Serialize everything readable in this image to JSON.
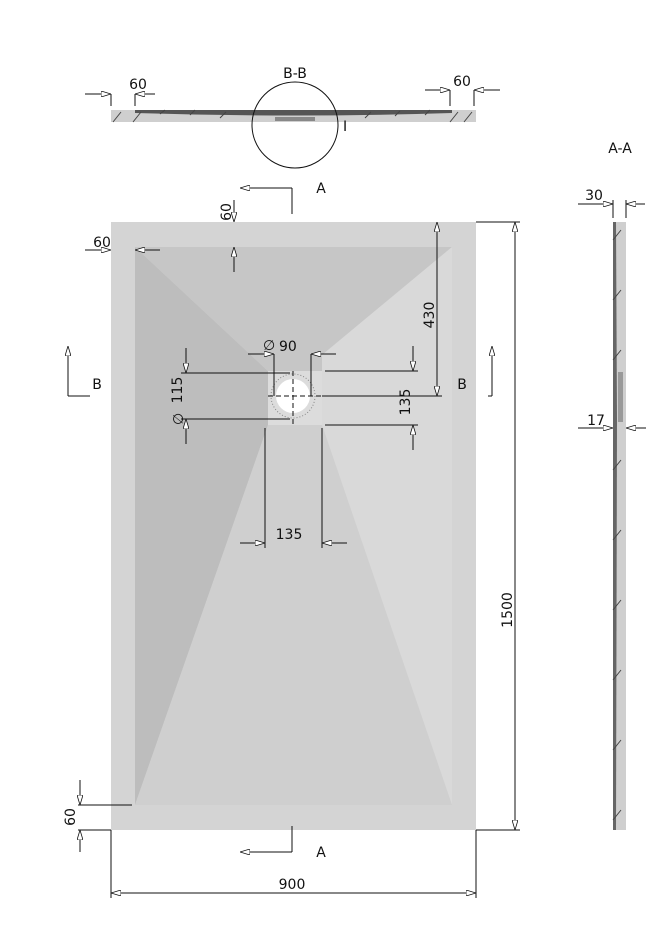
{
  "section_bb": {
    "label": "B-B",
    "left_margin": "60",
    "right_margin": "60",
    "detail_mark": "I"
  },
  "section_aa": {
    "label": "A-A",
    "thickness": "30",
    "drain_depth": "17"
  },
  "cut_markers": {
    "top": "A",
    "bottom": "A",
    "left": "B",
    "right": "B"
  },
  "dimensions": {
    "rim_left": "60",
    "rim_top": "60",
    "rim_bottom": "60",
    "drain_from_top": "430",
    "length": "1500",
    "width": "900",
    "drain_cover_width": "135",
    "drain_cover_height": "135",
    "outlet_diameter": "90",
    "outer_diameter": "115",
    "diameter_symbol": "∅"
  },
  "colors": {
    "rim": "#d4d4d4",
    "face_left": "#bdbdbd",
    "face_top": "#c6c6c6",
    "face_right": "#d9d9d9",
    "face_bottom": "#cfcfcf"
  }
}
